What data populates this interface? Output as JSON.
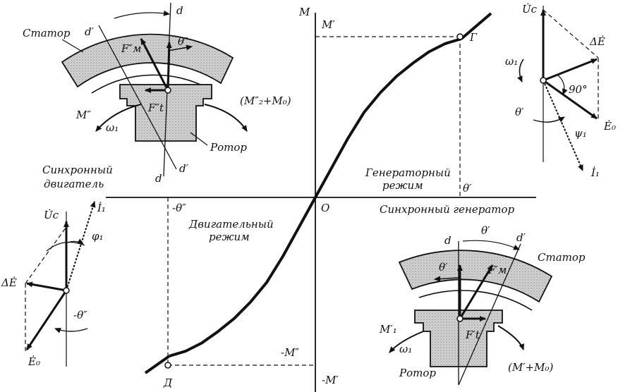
{
  "axes": {
    "y_label": "M",
    "y_top": "M′",
    "y_bottom": "-M′",
    "origin": "O",
    "neg_theta": "-θ″",
    "pos_theta": "θ′",
    "neg_M_double": "-M″",
    "x_label": "Синхронный генератор"
  },
  "points": {
    "upper": "Г",
    "lower": "Д"
  },
  "regions": {
    "generator_1": "Генераторный",
    "generator_2": "режим",
    "motor_1": "Двигательный",
    "motor_2": "режим",
    "sync_motor_1": "Синхронный",
    "sync_motor_2": "двигатель"
  },
  "motor_machine": {
    "stator": "Статор",
    "rotor": "Ротор",
    "d": "d",
    "d_prime": "d′",
    "d_bottom": "d",
    "d_prime_bottom": "d′",
    "F_M": "F″м",
    "F_t": "F″t",
    "theta": "θ″",
    "M": "M″",
    "omega": "ω₁",
    "load": "(M″₂+M₀)"
  },
  "generator_machine": {
    "stator": "Статор",
    "rotor": "Ротор",
    "d": "d",
    "d_prime": "d′",
    "theta_top": "θ′",
    "theta": "θ′",
    "F_M": "F′м",
    "F_t": "F′t",
    "M": "M′₁",
    "omega": "ω₁",
    "load": "(M′+M₀)"
  },
  "generator_phasor": {
    "Uc": "U̇c",
    "dE": "ΔĖ",
    "angle": "90°",
    "omega": "ω₁",
    "theta": "θ′",
    "psi": "ψ₁",
    "E0": "Ė₀",
    "I1": "İ₁"
  },
  "motor_phasor": {
    "Uc": "U̇c",
    "I1": "İ₁",
    "psi": "φ₁",
    "dE": "ΔĖ",
    "theta": "-θ″",
    "E0": "Ė₀"
  },
  "chart_data": {
    "type": "line",
    "xlabel": "",
    "ylabel": "M",
    "series": [
      {
        "x": [
          -1.8,
          -1.6,
          -1.4,
          -1.2,
          -1.0,
          -0.8,
          -0.6,
          -0.4,
          -0.2,
          0,
          0.2,
          0.4,
          0.6,
          0.8,
          1.0,
          1.2,
          1.4,
          1.6,
          1.8
        ],
        "values": [
          -0.97,
          -0.94,
          -0.89,
          -0.82,
          -0.74,
          -0.64,
          -0.52,
          -0.36,
          -0.18,
          0,
          0.18,
          0.36,
          0.52,
          0.64,
          0.74,
          0.82,
          0.89,
          0.94,
          0.97
        ]
      }
    ],
    "marked_points": [
      "Г",
      "Д"
    ]
  }
}
